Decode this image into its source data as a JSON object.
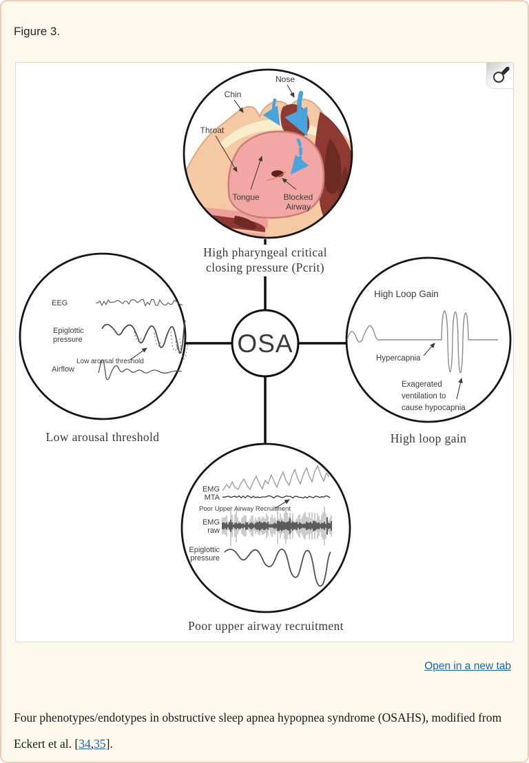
{
  "header": {
    "figure_label": "Figure 3."
  },
  "figure": {
    "open_in_new_tab": "Open in a new tab",
    "diagram": {
      "center": "OSA",
      "top": {
        "caption1": "High pharyngeal critical",
        "caption2": "closing pressure (Pcrit)",
        "nose": "Nose",
        "chin": "Chin",
        "throat": "Throat",
        "tongue": "Tongue",
        "blocked1": "Blocked",
        "blocked2": "Airway"
      },
      "left": {
        "caption": "Low arousal threshold",
        "eeg": "EEG",
        "epi1": "Epiglottic",
        "epi2": "pressure",
        "annotation": "Low arousal threshold",
        "airflow": "Airflow"
      },
      "right": {
        "caption": "High loop gain",
        "title": "High Loop Gain",
        "hypercapnia": "Hypercapnia",
        "exag1": "Exagerated",
        "exag2": "ventilation to",
        "exag3": "cause hypocapnia"
      },
      "bottom": {
        "caption": "Poor upper airway recruitment",
        "emg1": "EMG",
        "mta": "MTA",
        "annotation": "Poor Upper Airway Recruitment",
        "emg2": "EMG",
        "raw": "raw",
        "epi1": "Epiglottic",
        "epi2": "pressure"
      }
    }
  },
  "caption": {
    "text_before": "Four phenotypes/endotypes in obstructive sleep apnea hypopnea syndrome (OSAHS), modified from Eckert et al. [",
    "ref1": "34",
    "separator": ",",
    "ref2": "35",
    "text_after": "]."
  },
  "colors": {
    "page_bg": "#fdf9ec",
    "page_border": "#f0ccb8",
    "link_blue": "#1766ad",
    "figure_border": "#d6d6d6",
    "airflow_arrow_blue": "#4aa3dc",
    "skin": "#f4c9a3",
    "tongue_pink": "#f3a7a4",
    "dark_red": "#8e3a33"
  }
}
